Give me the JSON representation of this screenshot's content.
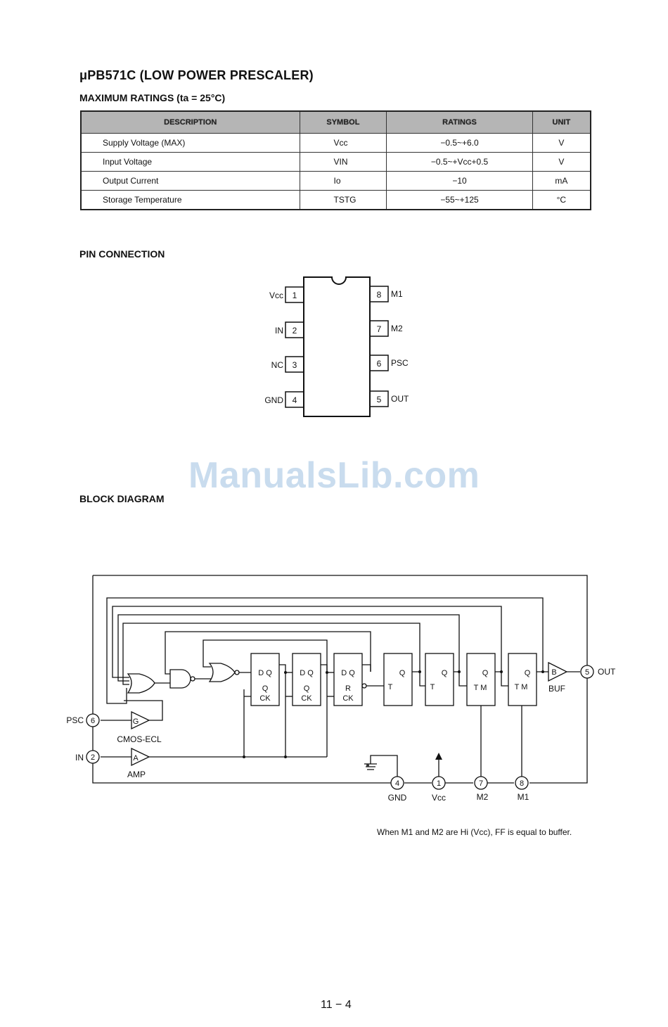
{
  "title": "μPB571C (LOW POWER PRESCALER)",
  "subtitle": "MAXIMUM RATINGS (ta = 25°C)",
  "ratings_table": {
    "headers": [
      "DESCRIPTION",
      "SYMBOL",
      "RATINGS",
      "UNIT"
    ],
    "rows": [
      {
        "description": "Supply Voltage (MAX)",
        "symbol": "Vcc",
        "rating": "−0.5~+6.0",
        "unit": "V"
      },
      {
        "description": "Input Voltage",
        "symbol": "VIN",
        "rating": "−0.5~+Vcc+0.5",
        "unit": "V"
      },
      {
        "description": "Output Current",
        "symbol": "Io",
        "rating": "−10",
        "unit": "mA"
      },
      {
        "description": "Storage Temperature",
        "symbol": "TSTG",
        "rating": "−55~+125",
        "unit": "°C"
      }
    ]
  },
  "pin_connection": {
    "heading": "PIN CONNECTION",
    "left_pins": [
      {
        "num": "1",
        "name": "Vcc"
      },
      {
        "num": "2",
        "name": "IN"
      },
      {
        "num": "3",
        "name": "NC"
      },
      {
        "num": "4",
        "name": "GND"
      }
    ],
    "right_pins": [
      {
        "num": "8",
        "name": "M1"
      },
      {
        "num": "7",
        "name": "M2"
      },
      {
        "num": "6",
        "name": "PSC"
      },
      {
        "num": "5",
        "name": "OUT"
      }
    ]
  },
  "watermark": "ManualsLib.com",
  "block_diagram": {
    "heading": "BLOCK DIAGRAM",
    "labels": {
      "psc": "PSC",
      "psc_num": "6",
      "in": "IN",
      "in_num": "2",
      "cmos_ecl": "CMOS-ECL",
      "g": "G",
      "amp": "AMP",
      "a": "A",
      "out": "OUT",
      "out_num": "5",
      "buf": "BUF",
      "b": "B",
      "gnd": "GND",
      "gnd_num": "4",
      "vcc": "Vcc",
      "vcc_num": "1",
      "m2": "M2",
      "m2_num": "7",
      "m1": "M1",
      "m1_num": "8",
      "dq": "D Q",
      "q": "Q",
      "r": "R",
      "ck": "CK",
      "t": "T",
      "tm": "T M"
    }
  },
  "note": "When M1 and M2 are Hi (Vcc), FF is equal to buffer.",
  "page_number": "11 − 4"
}
